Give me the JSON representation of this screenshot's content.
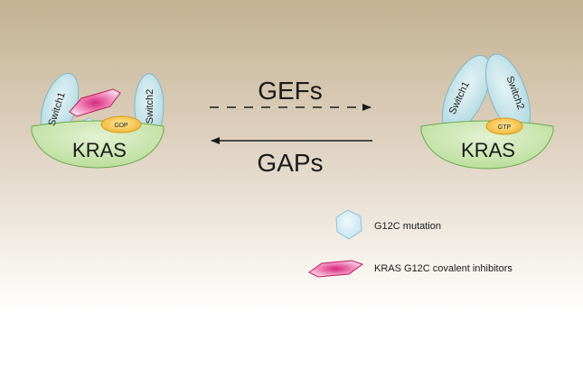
{
  "left_complex": {
    "protein_label": "KRAS",
    "switch1_label": "Switch1",
    "switch2_label": "Switch2",
    "nucleotide_label": "GDP"
  },
  "right_complex": {
    "protein_label": "KRAS",
    "switch1_label": "Switch1",
    "switch2_label": "Switch2",
    "nucleotide_label": "GTP"
  },
  "arrows": {
    "forward_label": "GEFs",
    "reverse_label": "GAPs"
  },
  "legend": {
    "mutation_label": "G12C mutation",
    "inhibitor_label": "KRAS G12C covalent inhibitors"
  },
  "colors": {
    "kras_body": "#c9e4b0",
    "switch": "#c5e3ea",
    "nucleotide": "#f6c244",
    "inhibitor": "#e96aa6",
    "mutation": "#d3ecf4"
  }
}
